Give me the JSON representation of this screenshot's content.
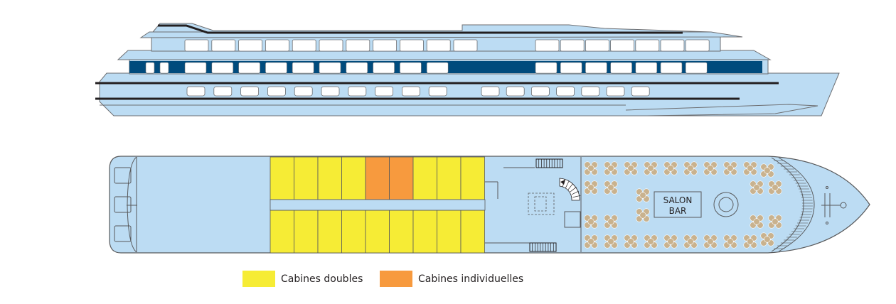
{
  "diagram": {
    "title": "River cruise ship — side elevation and deck plan",
    "colors": {
      "hull": "#bcdcf3",
      "outline": "#6d6e71",
      "dark_glass": "#004b7d",
      "window": "#ffffff",
      "stripe": "#231f20",
      "double_cabin": "#f6ec35",
      "single_cabin": "#f79a3e",
      "seat": "#c9b28e",
      "text": "#231f20"
    },
    "side_view": {
      "upper_deck_windows": 18,
      "main_deck_windows": 19,
      "lower_deck_portholes": 17
    },
    "deck_plan": {
      "cabins": {
        "top_row": [
          "double",
          "double",
          "double",
          "double",
          "single",
          "single",
          "double",
          "double",
          "double"
        ],
        "bottom_row": [
          "double",
          "double",
          "double",
          "double",
          "double",
          "double",
          "double",
          "double",
          "double"
        ]
      },
      "salon": {
        "label_line1": "SALON",
        "label_line2": "BAR"
      },
      "table_groups": 30
    }
  },
  "legend": {
    "items": [
      {
        "label": "Cabines doubles",
        "color": "#f6ec35"
      },
      {
        "label": "Cabines individuelles",
        "color": "#f79a3e"
      }
    ]
  }
}
